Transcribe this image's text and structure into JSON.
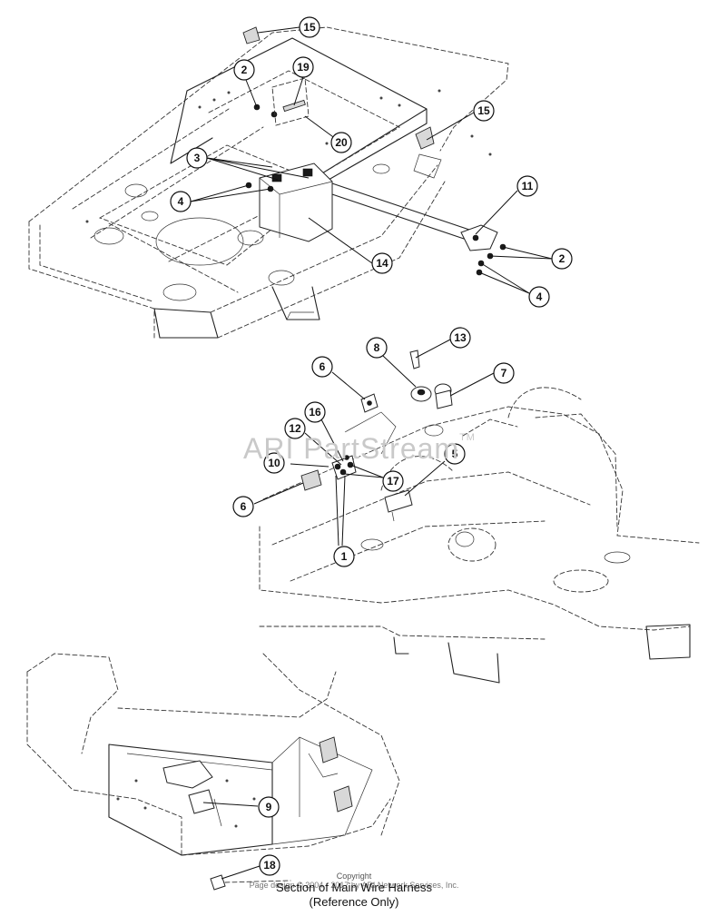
{
  "watermark": {
    "text": "ARI PartStream",
    "trademark": "TM"
  },
  "copyright": {
    "line1": "Copyright",
    "line2": "Page design © 2004 - 2017 by ARI Network Services, Inc."
  },
  "caption": {
    "line1": "Section of Main Wire Harness",
    "line2": "(Reference Only)"
  },
  "callouts": [
    {
      "label": "15"
    },
    {
      "label": "2"
    },
    {
      "label": "19"
    },
    {
      "label": "20"
    },
    {
      "label": "15"
    },
    {
      "label": "3"
    },
    {
      "label": "4"
    },
    {
      "label": "14"
    },
    {
      "label": "11"
    },
    {
      "label": "2"
    },
    {
      "label": "4"
    },
    {
      "label": "13"
    },
    {
      "label": "8"
    },
    {
      "label": "6"
    },
    {
      "label": "7"
    },
    {
      "label": "16"
    },
    {
      "label": "12"
    },
    {
      "label": "5"
    },
    {
      "label": "10"
    },
    {
      "label": "17"
    },
    {
      "label": "6"
    },
    {
      "label": "1"
    },
    {
      "label": "9"
    },
    {
      "label": "18"
    }
  ]
}
